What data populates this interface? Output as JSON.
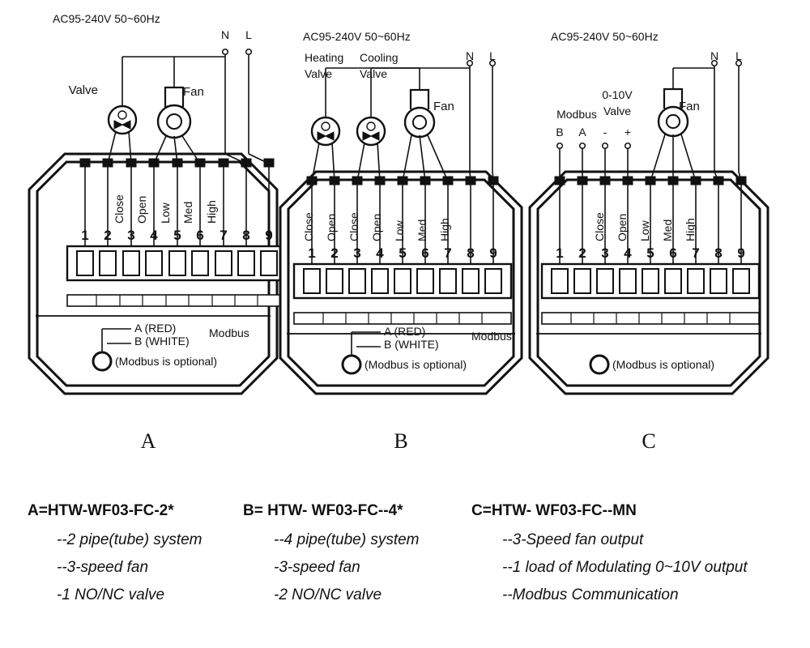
{
  "panels": [
    {
      "letter": "A",
      "supply": "AC95-240V  50~60Hz",
      "neutral": "N",
      "live": "L",
      "valves": [
        "Valve"
      ],
      "fan": "Fan",
      "terminal_labels": [
        "Close",
        "Open",
        "Low",
        "Med",
        "High"
      ],
      "terminals": [
        "1",
        "2",
        "3",
        "4",
        "5",
        "6",
        "7",
        "8",
        "9"
      ],
      "modbus_a": "A (RED)",
      "modbus_b": "B (WHITE)",
      "modbus": "Modbus",
      "modbus_note": "(Modbus is optional)"
    },
    {
      "letter": "B",
      "supply": "AC95-240V  50~60Hz",
      "neutral": "N",
      "live": "L",
      "valves": [
        "Heating Valve",
        "Cooling Valve"
      ],
      "fan": "Fan",
      "terminal_labels": [
        "Close",
        "Open",
        "Close",
        "Open",
        "Low",
        "Med",
        "High"
      ],
      "terminals": [
        "1",
        "2",
        "3",
        "4",
        "5",
        "6",
        "7",
        "8",
        "9"
      ],
      "modbus_a": "A (RED)",
      "modbus_b": "B (WHITE)",
      "modbus": "Modbus",
      "modbus_note": "(Modbus is optional)"
    },
    {
      "letter": "C",
      "supply": "AC95-240V  50~60Hz",
      "neutral": "N",
      "live": "L",
      "modbus_title": "Modbus",
      "modbus_terms": [
        "B",
        "A"
      ],
      "valve_title": "0-10V Valve",
      "valve_terms": [
        "-",
        "+"
      ],
      "fan": "Fan",
      "terminal_labels": [
        "Close",
        "Open",
        "Low",
        "Med",
        "High"
      ],
      "terminals": [
        "1",
        "2",
        "3",
        "4",
        "5",
        "6",
        "7",
        "8",
        "9"
      ],
      "modbus_note": "(Modbus is optional)"
    }
  ],
  "legend": [
    {
      "title": "A=HTW-WF03-FC-2*",
      "features": [
        "--2 pipe(tube) system",
        "--3-speed fan",
        "-1 NO/NC valve"
      ]
    },
    {
      "title": "B= HTW- WF03-FC--4*",
      "features": [
        "--4 pipe(tube) system",
        "-3-speed fan",
        "-2 NO/NC valve"
      ]
    },
    {
      "title": "C=HTW- WF03-FC--MN",
      "features": [
        "--3-Speed fan output",
        "--1 load of Modulating 0~10V output",
        "--Modbus Communication"
      ]
    }
  ]
}
